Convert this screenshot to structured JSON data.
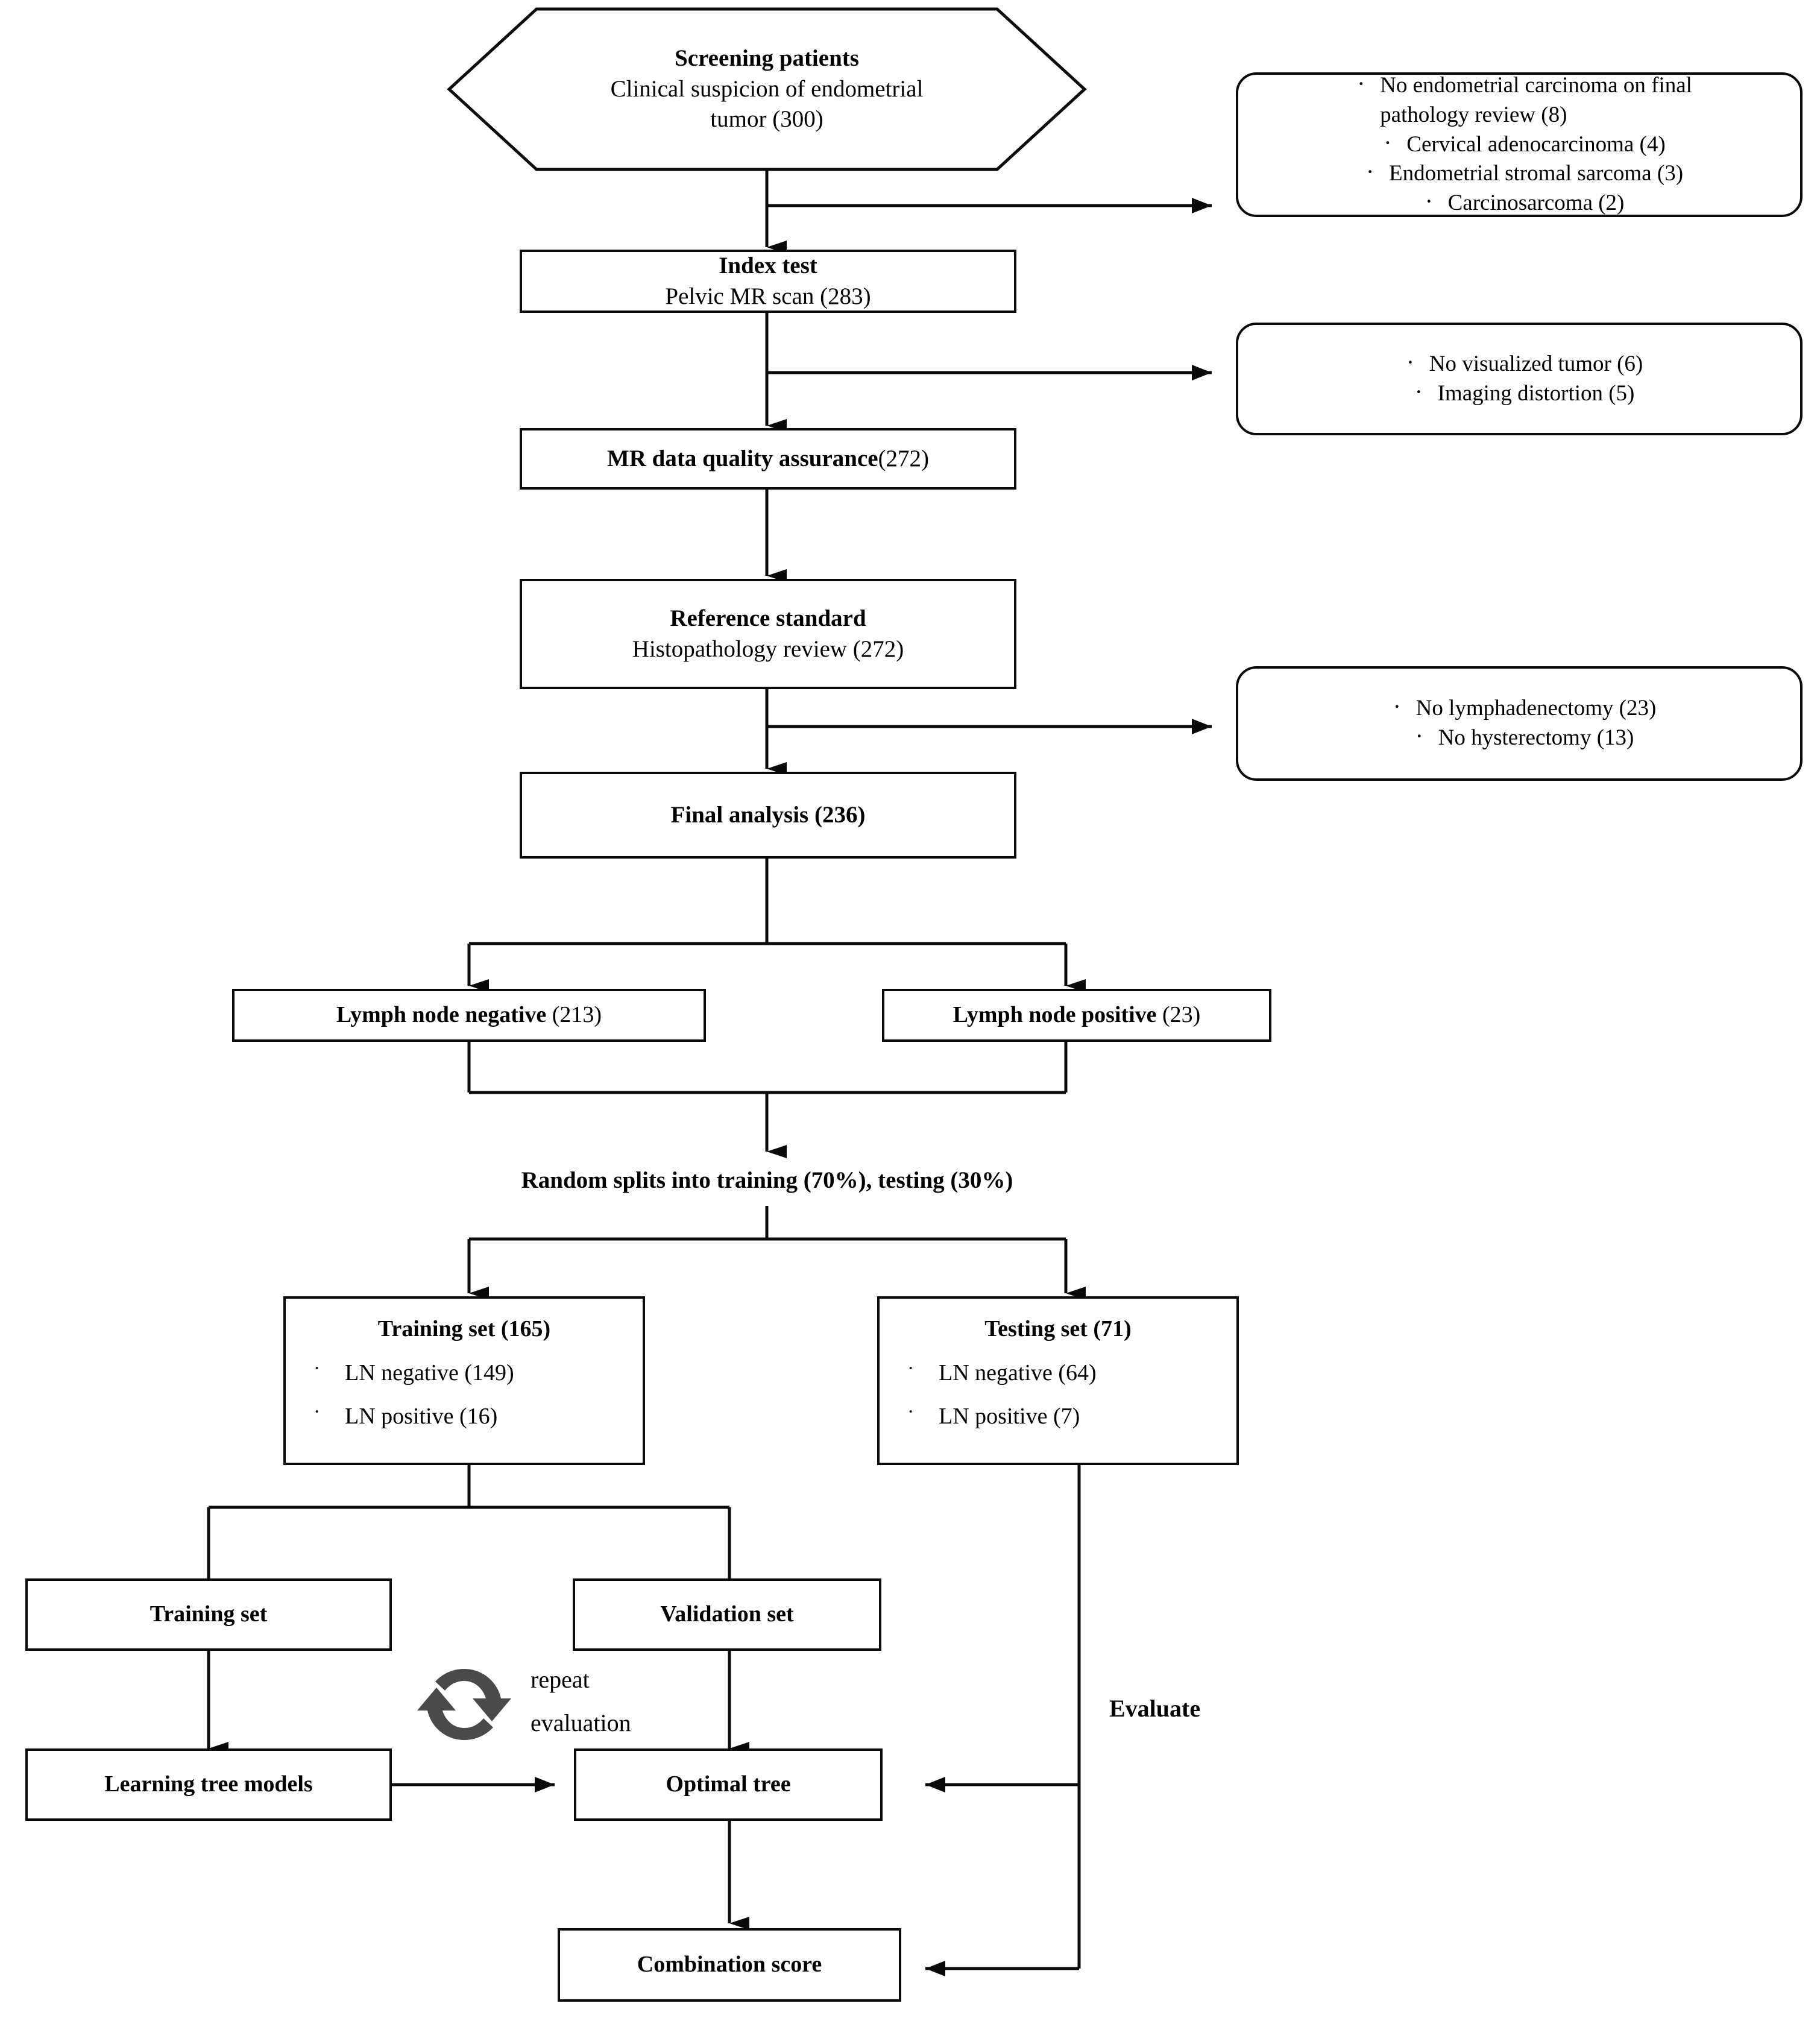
{
  "diagram": {
    "title": "Patient selection and model development flowchart",
    "colors": {
      "stroke": "#0a0a0a",
      "background": "#ffffff",
      "repeat_icon": "#4a4a4a"
    },
    "start_node": {
      "shape": "hexagon",
      "heading": "Screening patients",
      "detail_line_1": "Clinical suspicion of endometrial",
      "detail_line_2": "tumor (300)"
    },
    "steps": [
      {
        "id": "index-test",
        "heading": "Index test",
        "detail": "Pelvic MR scan (283)"
      },
      {
        "id": "mr-quality",
        "heading": "MR data quality assurance",
        "detail": "(272)"
      },
      {
        "id": "reference-standard",
        "heading": "Reference standard",
        "detail": "Histopathology review (272)"
      },
      {
        "id": "final-analysis",
        "heading": "Final analysis (236)",
        "detail": ""
      }
    ],
    "exclusions": [
      {
        "id": "exclusion-1",
        "items": [
          "No endometrial carcinoma on final",
          "pathology review (8)",
          "Cervical adenocarcinoma (4)",
          "Endometrial stromal sarcoma (3)",
          "Carcinosarcoma (2)"
        ],
        "bullet_items": [
          {
            "line1": "No endometrial carcinoma on final",
            "line2": "pathology review (8)"
          },
          {
            "line1": "Cervical adenocarcinoma (4)",
            "line2": ""
          },
          {
            "line1": "Endometrial stromal sarcoma (3)",
            "line2": ""
          },
          {
            "line1": "Carcinosarcoma (2)",
            "line2": ""
          }
        ]
      },
      {
        "id": "exclusion-2",
        "bullet_items": [
          {
            "line1": "No visualized tumor (6)",
            "line2": ""
          },
          {
            "line1": "Imaging distortion (5)",
            "line2": ""
          }
        ]
      },
      {
        "id": "exclusion-3",
        "bullet_items": [
          {
            "line1": "No lymphadenectomy (23)",
            "line2": ""
          },
          {
            "line1": "No hysterectomy (13)",
            "line2": ""
          }
        ]
      }
    ],
    "lymph_nodes": {
      "negative_label": "Lymph node negative",
      "negative_count": "(213)",
      "positive_label": "Lymph node positive",
      "positive_count": "(23)"
    },
    "split_label": "Random splits into training (70%), testing (30%)",
    "sets": {
      "training": {
        "title": "Training set (165)",
        "items": [
          "LN negative (149)",
          "LN positive (16)"
        ]
      },
      "testing": {
        "title": "Testing set (71)",
        "items": [
          "LN negative (64)",
          "LN positive (7)"
        ]
      }
    },
    "model_stage": {
      "training_set": "Training set",
      "validation_set": "Validation set",
      "learning_tree_models": "Learning tree models",
      "optimal_tree": "Optimal tree",
      "combination_score": "Combination score",
      "repeat_line_1": "repeat",
      "repeat_line_2": "evaluation",
      "evaluate_label": "Evaluate",
      "repeat_icon_name": "circular-arrows-icon"
    }
  }
}
